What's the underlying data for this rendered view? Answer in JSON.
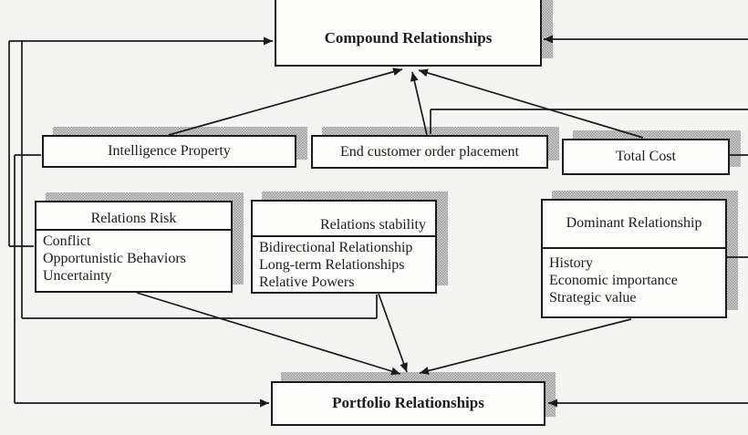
{
  "colors": {
    "bg": "#f4f4f2",
    "box": "#fdfdfc",
    "ink": "#1b1b1b",
    "shadow-dark": "#9a9a9a",
    "shadow-light": "#d2d2d2"
  },
  "nodes": {
    "compound": {
      "title": "Compound Relationships"
    },
    "intelligence_property": {
      "title": "Intelligence Property"
    },
    "end_customer": {
      "title": "End customer order placement"
    },
    "total_cost": {
      "title": "Total Cost"
    },
    "relations_risk": {
      "title": "Relations Risk",
      "items": [
        "Conflict",
        "Opportunistic Behaviors",
        "Uncertainty"
      ]
    },
    "relations_stability": {
      "title": "Relations stability",
      "items": [
        "Bidirectional Relationship",
        "Long-term Relationships",
        "Relative Powers"
      ]
    },
    "dominant_relationship": {
      "title": "Dominant Relationship",
      "items": [
        "History",
        "Economic importance",
        "Strategic value"
      ]
    },
    "portfolio": {
      "title": "Portfolio Relationships"
    }
  }
}
